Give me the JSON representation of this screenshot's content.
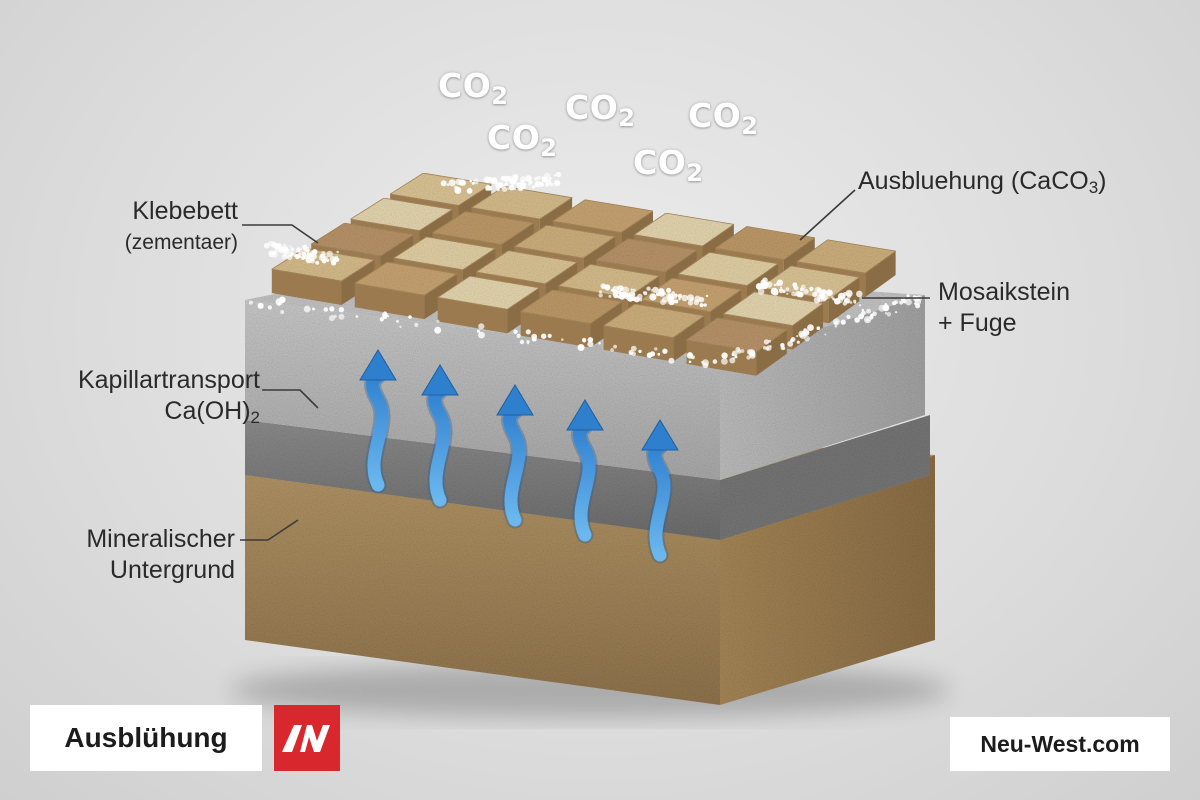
{
  "labels": {
    "klebebett": {
      "line1": "Klebebett",
      "line2": "(zementaer)"
    },
    "kapillar": {
      "line1": "Kapillartransport",
      "line2_main": "Ca(OH)",
      "line2_sub": "2"
    },
    "untergrund": {
      "line1": "Mineralischer",
      "line2": "Untergrund"
    },
    "ausbluehung_chem": {
      "prefix": "Ausbluehung (CaCO",
      "sub": "3",
      "suffix": ")"
    },
    "mosaik": {
      "line1": "Mosaikstein",
      "line2": "+ Fuge"
    }
  },
  "co2": {
    "main": "CO",
    "sub": "2"
  },
  "title_badge": "Ausblühung",
  "site_badge": "Neu-West.com",
  "colors": {
    "arrow_blue": "#3d8fd6",
    "logo_red": "#d9272e",
    "concrete_light": "#b8b8b8",
    "concrete_dark": "#7d7d7d",
    "base_sand": "#a88a5e"
  }
}
